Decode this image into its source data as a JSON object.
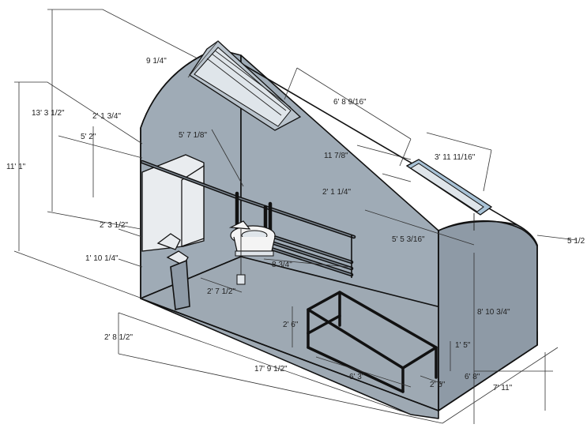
{
  "dimensions": {
    "overall_height": "13' 3 1/2\"",
    "side_height": "11' 1\"",
    "vent_top_width": "9 1/4\"",
    "top_length": "6' 8 9/16\"",
    "door_offset": "2' 1 3/4\"",
    "door_height": "5' 2\"",
    "pipe_height": "5' 7 1/8\"",
    "shelf_depth": "11 7/8\"",
    "fixture_width": "3' 11 11/16\"",
    "pipe_length": "2' 1 1/4\"",
    "fixture_drop": "5' 5 3/16\"",
    "right_overhang": "5 1/2",
    "step_height": "2' 3 1/2\"",
    "step_width": "1' 10 1/4\"",
    "toilet_depth": "8 3/4\"",
    "toilet_offset": "2' 7 1/2\"",
    "wall_height_right": "8' 10 3/4\"",
    "base_height": "2' 8 1/2\"",
    "bed_height": "2' 6\"",
    "bed_leg": "1' 5\"",
    "room_length": "17' 9 1/2\"",
    "bed_length": "6' 3\"",
    "bed_width": "2' 6\"",
    "bed_offset": "6' 8\"",
    "room_width": "7' 11\""
  }
}
